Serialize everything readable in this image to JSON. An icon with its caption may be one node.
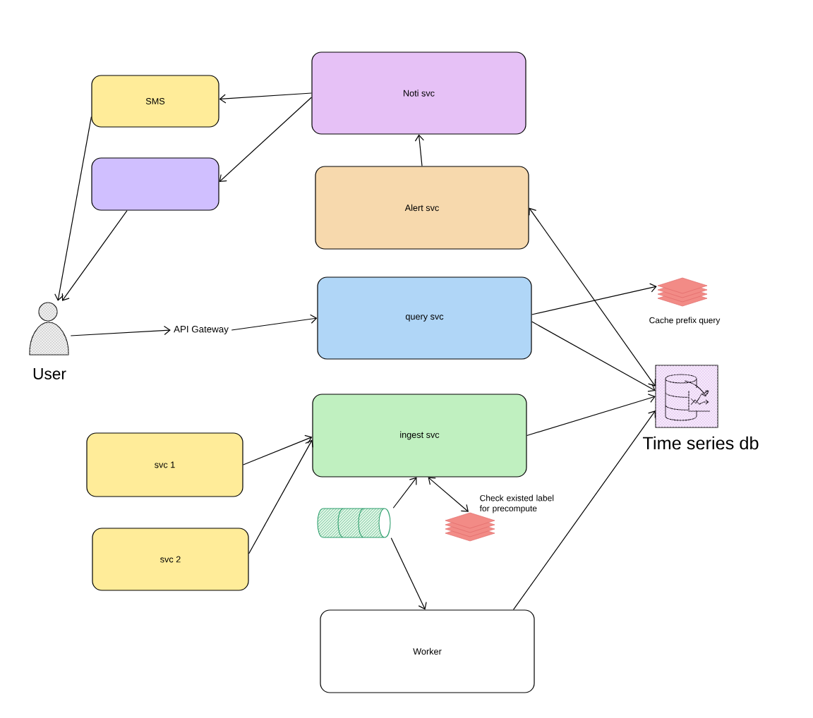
{
  "diagram": {
    "nodes": [
      {
        "text": [
          "SMS"
        ]
      },
      {
        "text": [],
        "shape": "box"
      },
      {
        "text": [
          "Noti svc"
        ]
      },
      {
        "text": [
          "Alert svc"
        ]
      },
      {
        "text": [
          "query svc"
        ]
      },
      {
        "text": [
          "ingest svc"
        ]
      },
      {
        "text": [
          "svc 1"
        ]
      },
      {
        "text": [
          "svc 2"
        ]
      },
      {
        "text": [
          "Worker"
        ]
      },
      {
        "text": [
          "User"
        ]
      },
      {
        "text": [
          "API Gateway"
        ]
      },
      {
        "text": [
          "Cache prefix query"
        ]
      },
      {
        "text": [
          "Time series db"
        ]
      },
      {
        "text": [],
        "shape": "cylinder"
      },
      {
        "text": [
          "Check existed label for precompute"
        ]
      }
    ],
    "edges": [
      {
        "from": 2,
        "to": 0,
        "arrow": "to"
      },
      {
        "from": 2,
        "to": 1,
        "arrow": "to"
      },
      {
        "from": 0,
        "to": 9,
        "arrow": "to"
      },
      {
        "from": 1,
        "to": 9,
        "arrow": "to"
      },
      {
        "from": 3,
        "to": 2,
        "arrow": "to"
      },
      {
        "from": 3,
        "to": 12,
        "arrow": "both"
      },
      {
        "from": 9,
        "to": 10,
        "arrow": "to"
      },
      {
        "from": 10,
        "to": 4,
        "arrow": "to"
      },
      {
        "from": 4,
        "to": 11,
        "arrow": "to"
      },
      {
        "from": 4,
        "to": 12,
        "arrow": "to"
      },
      {
        "from": 5,
        "to": 12,
        "arrow": "to"
      },
      {
        "from": 6,
        "to": 5,
        "arrow": "to"
      },
      {
        "from": 7,
        "to": 5,
        "arrow": "to"
      },
      {
        "from": 13,
        "to": 5,
        "arrow": "to"
      },
      {
        "from": 5,
        "to": 14,
        "arrow": "both"
      },
      {
        "from": 13,
        "to": 8,
        "arrow": "to"
      },
      {
        "from": 8,
        "to": 12,
        "arrow": "to"
      }
    ]
  }
}
